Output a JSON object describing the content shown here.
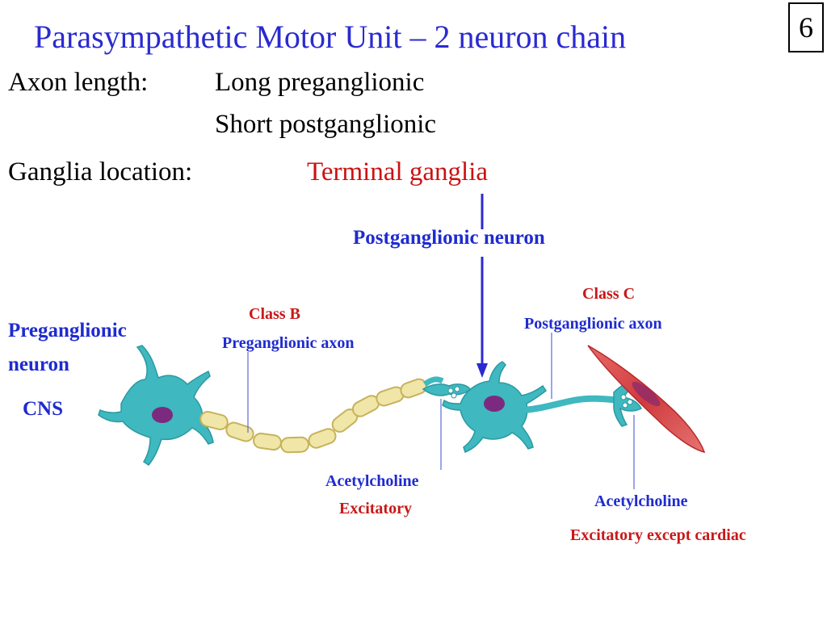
{
  "slide": {
    "title": "Parasympathetic Motor Unit – 2 neuron chain",
    "number": "6"
  },
  "facts": {
    "axon_length_label": "Axon length:",
    "preganglionic_length": "Long preganglionic",
    "postganglionic_length": "Short postganglionic",
    "ganglia_label": "Ganglia location:",
    "ganglia_value": "Terminal ganglia"
  },
  "diagram": {
    "postganglionic_neuron": "Postganglionic neuron",
    "preganglionic_neuron_line1": "Preganglionic",
    "preganglionic_neuron_line2": "neuron",
    "cns": "CNS",
    "class_b": "Class B",
    "preganglionic_axon": "Preganglionic axon",
    "class_c": "Class C",
    "postganglionic_axon": "Postganglionic axon",
    "ach_ganglion": "Acetylcholine",
    "excitatory_ganglion": "Excitatory",
    "ach_effector": "Acetylcholine",
    "excitatory_effector": "Excitatory except cardiac"
  },
  "colors": {
    "title": "#2a2ad0",
    "label_blue": "#1f2bd0",
    "label_red": "#c81818",
    "neuron": "#3fb8c0",
    "myelin": "#f0e6a8",
    "nucleus": "#7b2a80",
    "muscle": "#d8484a"
  }
}
